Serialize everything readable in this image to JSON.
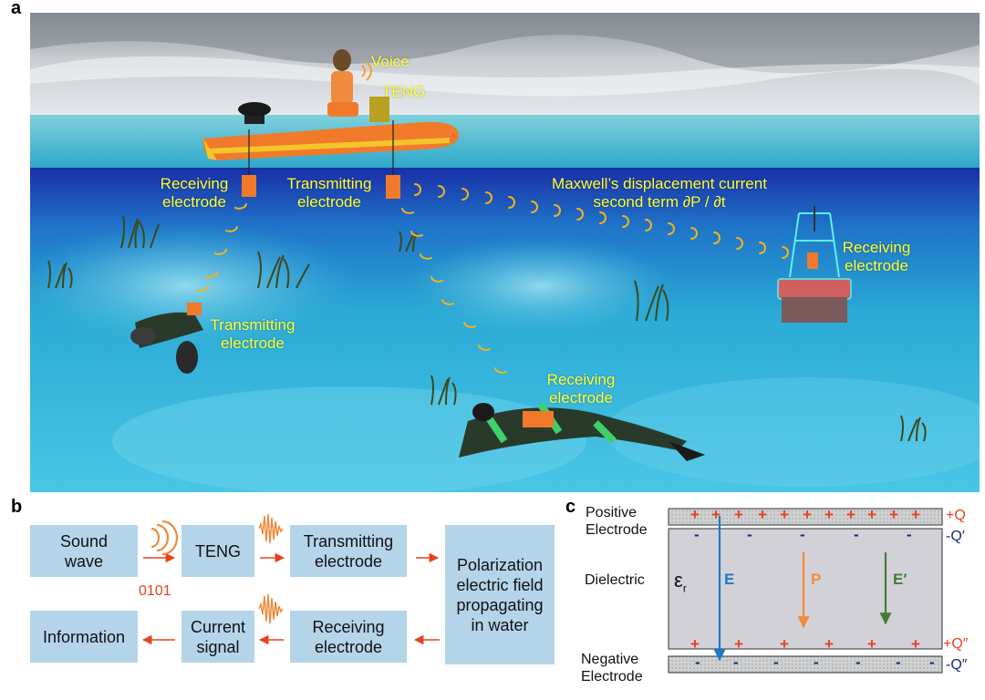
{
  "panels": {
    "a": "a",
    "b": "b",
    "c": "c"
  },
  "scene": {
    "voice": "Voice",
    "teng": "TENG",
    "receiving_left": [
      "Receiving",
      "electrode"
    ],
    "transmitting_boat": [
      "Transmitting",
      "electrode"
    ],
    "maxwell": [
      "Maxwell’s displacement current",
      "second term ∂P / ∂t"
    ],
    "receiving_buoy": [
      "Receiving",
      "electrode"
    ],
    "transmitting_diver": [
      "Transmitting",
      "electrode"
    ],
    "receiving_diver": [
      "Receiving",
      "electrode"
    ]
  },
  "flow": {
    "sound_wave": [
      "Sound",
      "wave"
    ],
    "teng": "TENG",
    "transmitting": [
      "Transmitting",
      "electrode"
    ],
    "polarization": [
      "Polarization",
      "electric field",
      "propagating",
      "in water"
    ],
    "receiving": [
      "Receiving",
      "electrode"
    ],
    "current_signal": [
      "Current",
      "signal"
    ],
    "information": "Information",
    "bits": "0101"
  },
  "capacitor": {
    "positive_electrode": [
      "Positive",
      "Electrode"
    ],
    "dielectric": "Dielectric",
    "negative_electrode": [
      "Negative",
      "Electrode"
    ],
    "epsilon": "ε",
    "epsilon_sub": "r",
    "E": "E",
    "P": "P",
    "E_prime": "E′",
    "plus_Q": "+Q",
    "minus_Q_prime": "-Q′",
    "plus_Q_dprime": "+Q″",
    "minus_Q_dprime": "-Q″",
    "plus": "+",
    "minus": "-"
  },
  "colors": {
    "label_yellow": "#ffff33",
    "box_blue": "#b4d4ea",
    "arrow_red": "#e8401c",
    "orange": "#f08a3c",
    "E_blue": "#1f78c8",
    "P_orange": "#f08a3c",
    "E_prime_green": "#4a7a3a",
    "navy": "#1a2a6c"
  }
}
